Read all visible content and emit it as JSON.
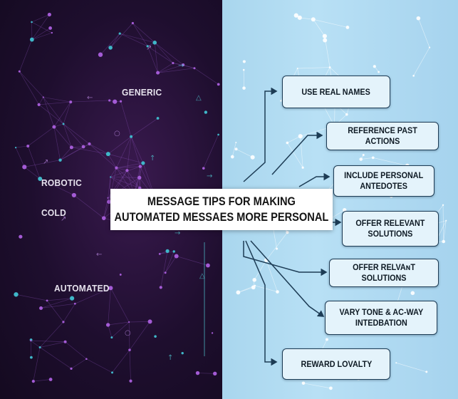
{
  "title": {
    "line1": "MESSAGE TIPS FOR MAKING",
    "line2": "AUTOMATED MESSAES MORE PERSONAL"
  },
  "left_labels": {
    "generic": "GENERIC",
    "robotic": "ROBOTIC",
    "cold": "COLD",
    "automated": "AUTOMATED"
  },
  "tips": [
    {
      "label": "USE REAL NAMES"
    },
    {
      "label": "REFERENCE PAST ACTIONS"
    },
    {
      "label": "INCLUDE PERSONAL\nANTEDOTES"
    },
    {
      "label": "OFFER RELEVANT\nSOLUTIONS"
    },
    {
      "label": "OFFER RELVAɴT SOLUTIONS"
    },
    {
      "label": "VARY TONE & AC-WAY\nINTEDBATION"
    },
    {
      "label": "REWARD LOVALTY"
    }
  ],
  "colors": {
    "left_bg": "#1e0e2e",
    "right_bg": "#b8e0f5",
    "node_purple": "#a45bd6",
    "node_teal": "#3fb7c9",
    "box_border": "#1d3c55",
    "box_fill": "#e4f3fb"
  }
}
